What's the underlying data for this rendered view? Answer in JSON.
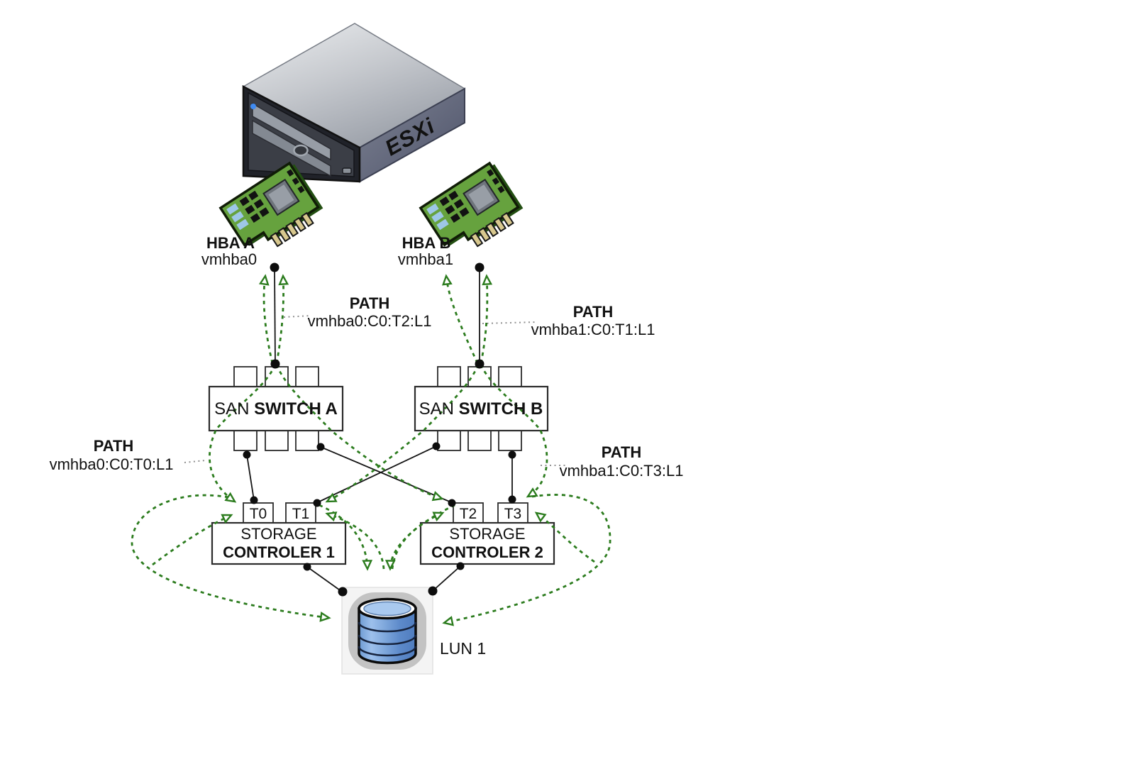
{
  "diagram": {
    "title_hint": "ESXi multipathing diagram",
    "server": {
      "label": "ESXi"
    },
    "hba_a": {
      "title": "HBA A",
      "subtitle": "vmhba0"
    },
    "hba_b": {
      "title": "HBA B",
      "subtitle": "vmhba1"
    },
    "switch_a": {
      "prefix": "SAN ",
      "name": "SWITCH A"
    },
    "switch_b": {
      "prefix": "SAN ",
      "name": "SWITCH B"
    },
    "controller_1": {
      "line1": "STORAGE",
      "line2": "CONTROLER 1",
      "ports": [
        "T0",
        "T1"
      ]
    },
    "controller_2": {
      "line1": "STORAGE",
      "line2": "CONTROLER 2",
      "ports": [
        "T2",
        "T3"
      ]
    },
    "lun": {
      "label": "LUN 1"
    },
    "paths": [
      {
        "title": "PATH",
        "value": "vmhba0:C0:T2:L1",
        "position": "top-left"
      },
      {
        "title": "PATH",
        "value": "vmhba1:C0:T1:L1",
        "position": "top-right"
      },
      {
        "title": "PATH",
        "value": "vmhba0:C0:T0:L1",
        "position": "mid-left"
      },
      {
        "title": "PATH",
        "value": "vmhba1:C0:T3:L1",
        "position": "mid-right"
      }
    ],
    "colors": {
      "path_green": "#2c7c1e",
      "line_black": "#151515",
      "leader_gray": "#909090",
      "hba_board_green": "#66a23e",
      "lun_blue": "#7fa8dc"
    }
  }
}
